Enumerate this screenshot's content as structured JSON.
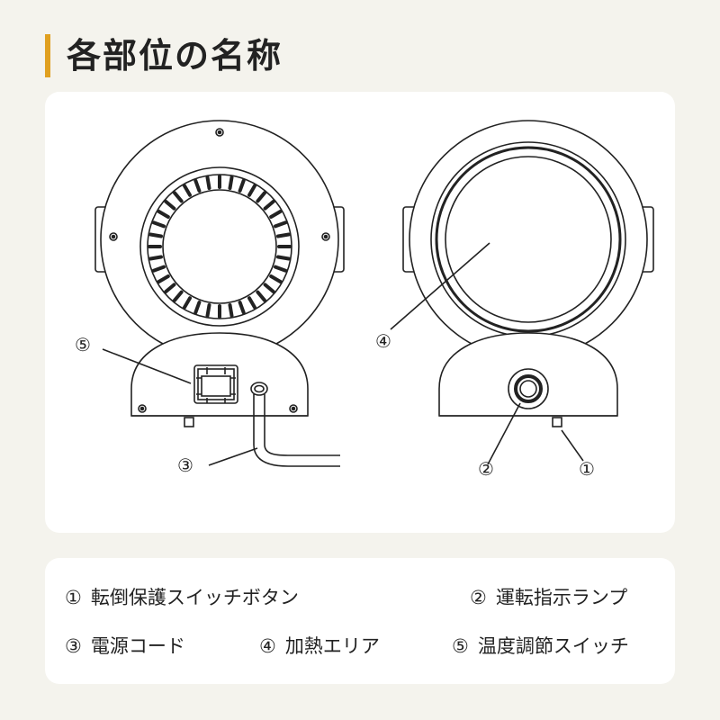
{
  "title": "各部位の名称",
  "callouts": {
    "c1": "①",
    "c2": "②",
    "c3": "③",
    "c4": "④",
    "c5": "⑤"
  },
  "legend": [
    {
      "num": "①",
      "label": "転倒保護スイッチボタン"
    },
    {
      "num": "②",
      "label": "運転指示ランプ"
    },
    {
      "num": "③",
      "label": "電源コード"
    },
    {
      "num": "④",
      "label": "加熱エリア"
    },
    {
      "num": "⑤",
      "label": "温度調節スイッチ"
    }
  ],
  "colors": {
    "accent": "#e0a020",
    "background": "#f4f3ed",
    "panel": "#ffffff",
    "line": "#222222"
  }
}
